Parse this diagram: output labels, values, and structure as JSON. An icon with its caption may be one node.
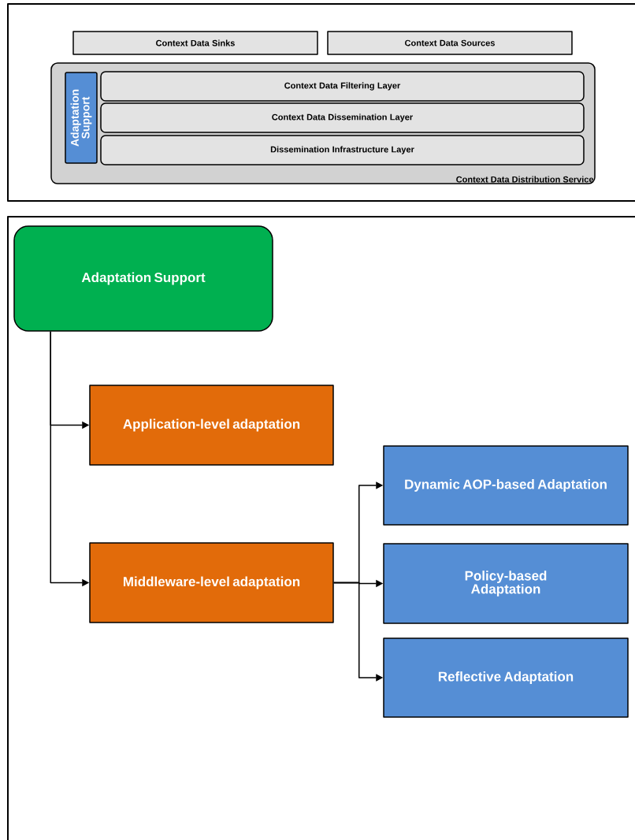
{
  "diagram": {
    "nodes": [
      {
        "text": [
          "Context Data Sinks"
        ]
      },
      {
        "text": [
          "Context Data Sources"
        ]
      },
      {
        "text": [
          "Context Data Distribution Service"
        ]
      },
      {
        "text": [
          "Adaptation Support"
        ],
        "in": 2
      },
      {
        "text": [
          "Context Data Filtering Layer"
        ],
        "in": 2
      },
      {
        "text": [
          "Context Data Dissemination Layer"
        ],
        "in": 2
      },
      {
        "text": [
          "Dissemination Infrastructure Layer"
        ],
        "in": 2
      },
      {
        "text": [
          "Adaptation Support"
        ]
      },
      {
        "text": [
          "Application-level adaptation"
        ]
      },
      {
        "text": [
          "Middleware-level adaptation"
        ]
      },
      {
        "text": [
          "Dynamic AOP-based Adaptation"
        ]
      },
      {
        "text": [
          "Policy-based Adaptation"
        ]
      },
      {
        "text": [
          "Reflective Adaptation"
        ]
      }
    ],
    "edges": [
      {
        "from": 7,
        "to": 8,
        "arrow": "to"
      },
      {
        "from": 7,
        "to": 9,
        "arrow": "to"
      },
      {
        "from": 9,
        "to": 10,
        "arrow": "to"
      },
      {
        "from": 9,
        "to": 11,
        "arrow": "to"
      },
      {
        "from": 9,
        "to": 12,
        "arrow": "to"
      }
    ]
  }
}
